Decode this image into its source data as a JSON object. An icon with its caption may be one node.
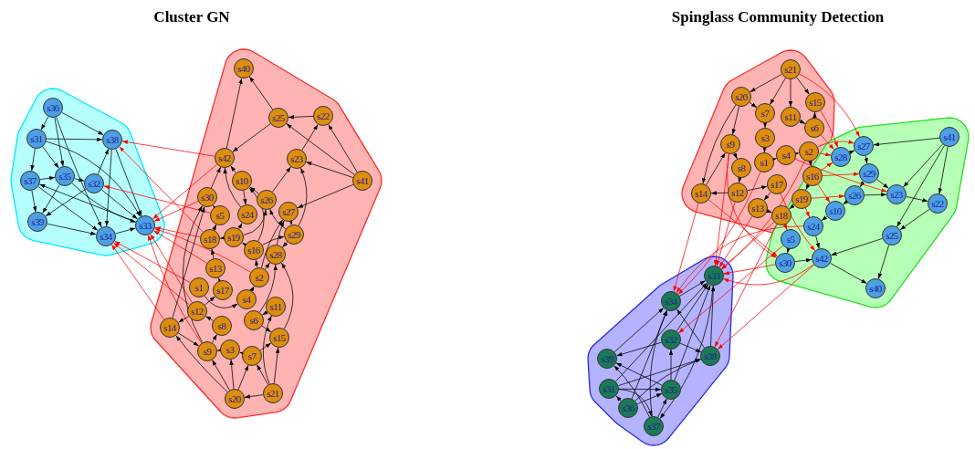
{
  "diagram": {
    "nodes": [
      {
        "text": [],
        "shape": "blob"
      },
      {
        "text": [],
        "shape": "blob"
      },
      {
        "text": [
          "s1"
        ],
        "in": 1
      },
      {
        "text": [
          "s2"
        ],
        "in": 1
      },
      {
        "text": [
          "s3"
        ],
        "in": 1
      },
      {
        "text": [
          "s4"
        ],
        "in": 1
      },
      {
        "text": [
          "s5"
        ],
        "in": 1
      },
      {
        "text": [
          "s6"
        ],
        "in": 1
      },
      {
        "text": [
          "s7"
        ],
        "in": 1
      },
      {
        "text": [
          "s8"
        ],
        "in": 1
      },
      {
        "text": [
          "s9"
        ],
        "in": 1
      },
      {
        "text": [
          "s10"
        ],
        "in": 1
      },
      {
        "text": [
          "s11"
        ],
        "in": 1
      },
      {
        "text": [
          "s12"
        ],
        "in": 1
      },
      {
        "text": [
          "s13"
        ],
        "in": 1
      },
      {
        "text": [
          "s14"
        ],
        "in": 1
      },
      {
        "text": [
          "s15"
        ],
        "in": 1
      },
      {
        "text": [
          "s16"
        ],
        "in": 1
      },
      {
        "text": [
          "s17"
        ],
        "in": 1
      },
      {
        "text": [
          "s18"
        ],
        "in": 1
      },
      {
        "text": [
          "s19"
        ],
        "in": 1
      },
      {
        "text": [
          "s20"
        ],
        "in": 1
      },
      {
        "text": [
          "s21"
        ],
        "in": 1
      },
      {
        "text": [
          "s22"
        ],
        "in": 1
      },
      {
        "text": [
          "s23"
        ],
        "in": 1
      },
      {
        "text": [
          "s24"
        ],
        "in": 1
      },
      {
        "text": [
          "s25"
        ],
        "in": 1
      },
      {
        "text": [
          "s26"
        ],
        "in": 1
      },
      {
        "text": [
          "s27"
        ],
        "in": 1
      },
      {
        "text": [
          "s28"
        ],
        "in": 1
      },
      {
        "text": [
          "s29"
        ],
        "in": 1
      },
      {
        "text": [
          "s30"
        ],
        "in": 1
      },
      {
        "text": [
          "s31"
        ],
        "in": 0
      },
      {
        "text": [
          "s32"
        ],
        "in": 0
      },
      {
        "text": [
          "s33"
        ],
        "in": 0
      },
      {
        "text": [
          "s34"
        ],
        "in": 0
      },
      {
        "text": [
          "s35"
        ],
        "in": 0
      },
      {
        "text": [
          "s36"
        ],
        "in": 0
      },
      {
        "text": [
          "s37"
        ],
        "in": 0
      },
      {
        "text": [
          "s38"
        ],
        "in": 0
      },
      {
        "text": [
          "s39"
        ],
        "in": 0
      },
      {
        "text": [
          "s40"
        ],
        "in": 1
      },
      {
        "text": [
          "s41"
        ],
        "in": 1
      },
      {
        "text": [
          "s42"
        ],
        "in": 1
      },
      {
        "text": [],
        "shape": "blob"
      },
      {
        "text": [],
        "shape": "blob"
      },
      {
        "text": [],
        "shape": "blob"
      },
      {
        "text": [
          "s1"
        ],
        "in": 44
      },
      {
        "text": [
          "s2"
        ],
        "in": 44
      },
      {
        "text": [
          "s3"
        ],
        "in": 44
      },
      {
        "text": [
          "s4"
        ],
        "in": 44
      },
      {
        "text": [
          "s5"
        ],
        "in": 45
      },
      {
        "text": [
          "s6"
        ],
        "in": 44
      },
      {
        "text": [
          "s7"
        ],
        "in": 44
      },
      {
        "text": [
          "s8"
        ],
        "in": 44
      },
      {
        "text": [
          "s9"
        ],
        "in": 44
      },
      {
        "text": [
          "s10"
        ],
        "in": 45
      },
      {
        "text": [
          "s11"
        ],
        "in": 44
      },
      {
        "text": [
          "s12"
        ],
        "in": 44
      },
      {
        "text": [
          "s13"
        ],
        "in": 44
      },
      {
        "text": [
          "s14"
        ],
        "in": 44
      },
      {
        "text": [
          "s15"
        ],
        "in": 44
      },
      {
        "text": [
          "s16"
        ]
      },
      {
        "text": [
          "s17"
        ],
        "in": 44
      },
      {
        "text": [
          "s18"
        ],
        "in": 44
      },
      {
        "text": [
          "s19"
        ]
      },
      {
        "text": [
          "s20"
        ],
        "in": 44
      },
      {
        "text": [
          "s21"
        ],
        "in": 44
      },
      {
        "text": [
          "s22"
        ],
        "in": 45
      },
      {
        "text": [
          "s23"
        ],
        "in": 45
      },
      {
        "text": [
          "s24"
        ],
        "in": 45
      },
      {
        "text": [
          "s25"
        ],
        "in": 45
      },
      {
        "text": [
          "s26"
        ],
        "in": 45
      },
      {
        "text": [
          "s27"
        ],
        "in": 45
      },
      {
        "text": [
          "s28"
        ],
        "in": 45
      },
      {
        "text": [
          "s29"
        ],
        "in": 45
      },
      {
        "text": [
          "s30"
        ],
        "in": 45
      },
      {
        "text": [
          "s31"
        ],
        "in": 46
      },
      {
        "text": [
          "s32"
        ],
        "in": 46
      },
      {
        "text": [
          "s33"
        ],
        "in": 46
      },
      {
        "text": [
          "s34"
        ],
        "in": 46
      },
      {
        "text": [
          "s35"
        ],
        "in": 46
      },
      {
        "text": [
          "s36"
        ],
        "in": 46
      },
      {
        "text": [
          "s37"
        ],
        "in": 46
      },
      {
        "text": [
          "s38"
        ],
        "in": 46
      },
      {
        "text": [
          "s39"
        ],
        "in": 46
      },
      {
        "text": [
          "s40"
        ],
        "in": 45
      },
      {
        "text": [
          "s41"
        ],
        "in": 45
      },
      {
        "text": [
          "s42"
        ],
        "in": 45
      }
    ],
    "edges": [
      {
        "from": 37,
        "to": 32,
        "arrow": "to"
      },
      {
        "from": 37,
        "to": 39,
        "arrow": "to"
      },
      {
        "from": 37,
        "to": 36,
        "arrow": "to"
      },
      {
        "from": 37,
        "to": 35,
        "arrow": "to"
      },
      {
        "from": 32,
        "to": 39,
        "arrow": "to"
      },
      {
        "from": 32,
        "to": 38,
        "arrow": "to"
      },
      {
        "from": 32,
        "to": 36,
        "arrow": "to"
      },
      {
        "from": 32,
        "to": 34,
        "arrow": "to"
      },
      {
        "from": 38,
        "to": 40,
        "arrow": "to"
      },
      {
        "from": 38,
        "to": 36,
        "arrow": "to"
      },
      {
        "from": 38,
        "to": 35,
        "arrow": "to"
      },
      {
        "from": 36,
        "to": 33,
        "arrow": "to"
      },
      {
        "from": 36,
        "to": 34,
        "arrow": "to"
      },
      {
        "from": 36,
        "to": 40,
        "arrow": "to"
      },
      {
        "from": 33,
        "to": 39,
        "arrow": "to"
      },
      {
        "from": 33,
        "to": 34,
        "arrow": "to"
      },
      {
        "from": 33,
        "to": 40,
        "arrow": "to"
      },
      {
        "from": 40,
        "to": 35,
        "arrow": "to"
      },
      {
        "from": 35,
        "to": 34,
        "arrow": "to"
      },
      {
        "from": 39,
        "to": 34,
        "arrow": "to"
      },
      {
        "from": 39,
        "to": 35,
        "arrow": "to"
      },
      {
        "from": 34,
        "to": 38,
        "arrow": "to"
      },
      {
        "from": 43,
        "to": 39,
        "arrow": "to",
        "color": "#ff0000"
      },
      {
        "from": 19,
        "to": 39,
        "arrow": "to",
        "color": "#ff0000"
      },
      {
        "from": 6,
        "to": 33,
        "arrow": "to",
        "color": "#ff0000"
      },
      {
        "from": 43,
        "to": 34,
        "arrow": "to",
        "color": "#ff0000"
      },
      {
        "from": 31,
        "to": 34,
        "arrow": "to",
        "color": "#ff0000"
      },
      {
        "from": 19,
        "to": 34,
        "arrow": "to",
        "color": "#ff0000"
      },
      {
        "from": 14,
        "to": 34,
        "arrow": "to",
        "color": "#ff0000"
      },
      {
        "from": 13,
        "to": 34,
        "arrow": "to",
        "color": "#ff0000"
      },
      {
        "from": 10,
        "to": 34,
        "arrow": "to",
        "color": "#ff0000"
      },
      {
        "from": 3,
        "to": 34,
        "arrow": "to",
        "color": "#ff0000"
      },
      {
        "from": 15,
        "to": 35,
        "arrow": "to",
        "color": "#ff0000"
      },
      {
        "from": 2,
        "to": 35,
        "arrow": "to",
        "color": "#ff0000"
      },
      {
        "from": 13,
        "to": 35,
        "arrow": "to",
        "color": "#ff0000"
      },
      {
        "from": 22,
        "to": 21,
        "arrow": "to"
      },
      {
        "from": 22,
        "to": 16,
        "arrow": "to"
      },
      {
        "from": 22,
        "to": 8,
        "arrow": "to"
      },
      {
        "from": 22,
        "to": 12,
        "arrow": "to"
      },
      {
        "from": 21,
        "to": 8,
        "arrow": "to"
      },
      {
        "from": 21,
        "to": 10,
        "arrow": "to"
      },
      {
        "from": 21,
        "to": 15,
        "arrow": "to"
      },
      {
        "from": 8,
        "to": 4,
        "arrow": "to"
      },
      {
        "from": 12,
        "to": 7,
        "arrow": "to"
      },
      {
        "from": 4,
        "to": 10,
        "arrow": "to"
      },
      {
        "from": 10,
        "to": 9,
        "arrow": "to"
      },
      {
        "from": 9,
        "to": 13,
        "arrow": "to"
      },
      {
        "from": 2,
        "to": 5,
        "arrow": "to"
      },
      {
        "from": 5,
        "to": 3,
        "arrow": "to"
      },
      {
        "from": 3,
        "to": 17,
        "arrow": "to"
      },
      {
        "from": 18,
        "to": 14,
        "arrow": "to"
      },
      {
        "from": 13,
        "to": 15,
        "arrow": "to"
      },
      {
        "from": 14,
        "to": 19,
        "arrow": "to"
      },
      {
        "from": 17,
        "to": 20,
        "arrow": "to"
      },
      {
        "from": 20,
        "to": 19,
        "arrow": "to"
      },
      {
        "from": 15,
        "to": 10,
        "arrow": "to"
      },
      {
        "from": 7,
        "to": 16,
        "arrow": "to"
      },
      {
        "from": 13,
        "to": 18,
        "arrow": "to"
      },
      {
        "from": 42,
        "to": 28,
        "arrow": "to"
      },
      {
        "from": 42,
        "to": 23,
        "arrow": "to"
      },
      {
        "from": 42,
        "to": 24,
        "arrow": "to"
      },
      {
        "from": 42,
        "to": 26,
        "arrow": "to"
      },
      {
        "from": 29,
        "to": 28,
        "arrow": "to"
      },
      {
        "from": 28,
        "to": 30,
        "arrow": "to"
      },
      {
        "from": 30,
        "to": 24,
        "arrow": "to"
      },
      {
        "from": 27,
        "to": 11,
        "arrow": "to"
      },
      {
        "from": 24,
        "to": 23,
        "arrow": "to"
      },
      {
        "from": 23,
        "to": 26,
        "arrow": "to"
      },
      {
        "from": 26,
        "to": 41,
        "arrow": "to"
      },
      {
        "from": 43,
        "to": 41,
        "arrow": "to"
      },
      {
        "from": 25,
        "to": 43,
        "arrow": "to"
      },
      {
        "from": 6,
        "to": 31,
        "arrow": "to"
      },
      {
        "from": 31,
        "to": 43,
        "arrow": "to"
      },
      {
        "from": 11,
        "to": 25,
        "arrow": "to"
      },
      {
        "from": 27,
        "to": 24,
        "arrow": "to"
      },
      {
        "from": 26,
        "to": 43,
        "arrow": "to"
      },
      {
        "from": 30,
        "to": 27,
        "arrow": "to"
      },
      {
        "from": 16,
        "to": 29,
        "arrow": "to"
      },
      {
        "from": 7,
        "to": 29,
        "arrow": "to"
      },
      {
        "from": 3,
        "to": 28,
        "arrow": "to"
      },
      {
        "from": 17,
        "to": 30,
        "arrow": "to"
      },
      {
        "from": 20,
        "to": 27,
        "arrow": "to"
      },
      {
        "from": 19,
        "to": 6,
        "arrow": "to"
      },
      {
        "from": 20,
        "to": 25,
        "arrow": "to"
      },
      {
        "from": 17,
        "to": 11,
        "arrow": "to"
      },
      {
        "from": 30,
        "to": 29,
        "arrow": "to"
      },
      {
        "from": 15,
        "to": 31,
        "arrow": "to"
      },
      {
        "from": 11,
        "to": 43,
        "arrow": "to"
      },
      {
        "from": 3,
        "to": 29,
        "arrow": "to"
      },
      {
        "from": 21,
        "to": 4,
        "arrow": "to"
      },
      {
        "from": 8,
        "to": 16,
        "arrow": "to"
      },
      {
        "from": 10,
        "to": 31,
        "arrow": "to"
      },
      {
        "from": 82,
        "to": 77,
        "arrow": "to"
      },
      {
        "from": 82,
        "to": 84,
        "arrow": "to"
      },
      {
        "from": 82,
        "to": 81,
        "arrow": "to"
      },
      {
        "from": 82,
        "to": 80,
        "arrow": "to"
      },
      {
        "from": 77,
        "to": 84,
        "arrow": "to"
      },
      {
        "from": 77,
        "to": 83,
        "arrow": "to"
      },
      {
        "from": 77,
        "to": 81,
        "arrow": "to"
      },
      {
        "from": 77,
        "to": 79,
        "arrow": "to"
      },
      {
        "from": 83,
        "to": 85,
        "arrow": "to"
      },
      {
        "from": 83,
        "to": 81,
        "arrow": "to"
      },
      {
        "from": 83,
        "to": 80,
        "arrow": "to"
      },
      {
        "from": 81,
        "to": 78,
        "arrow": "to"
      },
      {
        "from": 81,
        "to": 79,
        "arrow": "to"
      },
      {
        "from": 81,
        "to": 85,
        "arrow": "to"
      },
      {
        "from": 78,
        "to": 84,
        "arrow": "to"
      },
      {
        "from": 78,
        "to": 79,
        "arrow": "to"
      },
      {
        "from": 78,
        "to": 85,
        "arrow": "to"
      },
      {
        "from": 85,
        "to": 80,
        "arrow": "to"
      },
      {
        "from": 80,
        "to": 79,
        "arrow": "to"
      },
      {
        "from": 84,
        "to": 79,
        "arrow": "to"
      },
      {
        "from": 84,
        "to": 80,
        "arrow": "to"
      },
      {
        "from": 79,
        "to": 83,
        "arrow": "to"
      },
      {
        "from": 88,
        "to": 84,
        "arrow": "to",
        "color": "#ff0000"
      },
      {
        "from": 64,
        "to": 84,
        "arrow": "to",
        "color": "#ff0000"
      },
      {
        "from": 51,
        "to": 78,
        "arrow": "to",
        "color": "#ff0000"
      },
      {
        "from": 88,
        "to": 79,
        "arrow": "to",
        "color": "#ff0000"
      },
      {
        "from": 76,
        "to": 79,
        "arrow": "to",
        "color": "#ff0000"
      },
      {
        "from": 64,
        "to": 79,
        "arrow": "to",
        "color": "#ff0000"
      },
      {
        "from": 59,
        "to": 79,
        "arrow": "to",
        "color": "#ff0000"
      },
      {
        "from": 58,
        "to": 79,
        "arrow": "to",
        "color": "#ff0000"
      },
      {
        "from": 55,
        "to": 79,
        "arrow": "to",
        "color": "#ff0000"
      },
      {
        "from": 48,
        "to": 79,
        "arrow": "to",
        "color": "#ff0000"
      },
      {
        "from": 60,
        "to": 80,
        "arrow": "to",
        "color": "#ff0000"
      },
      {
        "from": 47,
        "to": 80,
        "arrow": "to",
        "color": "#ff0000"
      },
      {
        "from": 70,
        "to": 80,
        "arrow": "to",
        "color": "#ff0000"
      },
      {
        "from": 67,
        "to": 66,
        "arrow": "to"
      },
      {
        "from": 67,
        "to": 61,
        "arrow": "to"
      },
      {
        "from": 67,
        "to": 53,
        "arrow": "to"
      },
      {
        "from": 67,
        "to": 57,
        "arrow": "to"
      },
      {
        "from": 66,
        "to": 53,
        "arrow": "to"
      },
      {
        "from": 66,
        "to": 55,
        "arrow": "to"
      },
      {
        "from": 66,
        "to": 60,
        "arrow": "to"
      },
      {
        "from": 53,
        "to": 49,
        "arrow": "to"
      },
      {
        "from": 57,
        "to": 52,
        "arrow": "to"
      },
      {
        "from": 49,
        "to": 47,
        "arrow": "to"
      },
      {
        "from": 55,
        "to": 54,
        "arrow": "to"
      },
      {
        "from": 54,
        "to": 58,
        "arrow": "to"
      },
      {
        "from": 47,
        "to": 50,
        "arrow": "to"
      },
      {
        "from": 50,
        "to": 48,
        "arrow": "to"
      },
      {
        "from": 48,
        "to": 62,
        "arrow": "to"
      },
      {
        "from": 63,
        "to": 59,
        "arrow": "to"
      },
      {
        "from": 58,
        "to": 60,
        "arrow": "to"
      },
      {
        "from": 59,
        "to": 64,
        "arrow": "to"
      },
      {
        "from": 62,
        "to": 65,
        "arrow": "to"
      },
      {
        "from": 65,
        "to": 64,
        "arrow": "to"
      },
      {
        "from": 60,
        "to": 55,
        "arrow": "to"
      },
      {
        "from": 52,
        "to": 61,
        "arrow": "to"
      },
      {
        "from": 58,
        "to": 63,
        "arrow": "to"
      },
      {
        "from": 87,
        "to": 73,
        "arrow": "to"
      },
      {
        "from": 87,
        "to": 68,
        "arrow": "to"
      },
      {
        "from": 87,
        "to": 69,
        "arrow": "to"
      },
      {
        "from": 87,
        "to": 71,
        "arrow": "to"
      },
      {
        "from": 74,
        "to": 73,
        "arrow": "to"
      },
      {
        "from": 73,
        "to": 75,
        "arrow": "to"
      },
      {
        "from": 75,
        "to": 69,
        "arrow": "to"
      },
      {
        "from": 72,
        "to": 56,
        "arrow": "to"
      },
      {
        "from": 69,
        "to": 68,
        "arrow": "to"
      },
      {
        "from": 68,
        "to": 71,
        "arrow": "to"
      },
      {
        "from": 71,
        "to": 86,
        "arrow": "to"
      },
      {
        "from": 88,
        "to": 86,
        "arrow": "to"
      },
      {
        "from": 70,
        "to": 88,
        "arrow": "to"
      },
      {
        "from": 51,
        "to": 76,
        "arrow": "to"
      },
      {
        "from": 76,
        "to": 88,
        "arrow": "to"
      },
      {
        "from": 56,
        "to": 70,
        "arrow": "to"
      },
      {
        "from": 72,
        "to": 69,
        "arrow": "to"
      },
      {
        "from": 71,
        "to": 88,
        "arrow": "to"
      },
      {
        "from": 75,
        "to": 72,
        "arrow": "to"
      },
      {
        "from": 61,
        "to": 74,
        "arrow": "to",
        "color": "#ff0000"
      },
      {
        "from": 52,
        "to": 74,
        "arrow": "to",
        "color": "#ff0000"
      },
      {
        "from": 48,
        "to": 73,
        "arrow": "to",
        "color": "#ff0000"
      },
      {
        "from": 62,
        "to": 75,
        "arrow": "to",
        "color": "#ff0000"
      },
      {
        "from": 65,
        "to": 72,
        "arrow": "to",
        "color": "#ff0000"
      },
      {
        "from": 64,
        "to": 51,
        "arrow": "to",
        "color": "#ff0000"
      },
      {
        "from": 65,
        "to": 70,
        "arrow": "to",
        "color": "#ff0000"
      },
      {
        "from": 62,
        "to": 56,
        "arrow": "to",
        "color": "#ff0000"
      },
      {
        "from": 67,
        "to": 73,
        "arrow": "to",
        "color": "#ff0000"
      },
      {
        "from": 60,
        "to": 76,
        "arrow": "to",
        "color": "#ff0000"
      },
      {
        "from": 63,
        "to": 88,
        "arrow": "to",
        "color": "#ff0000"
      },
      {
        "from": 50,
        "to": 69,
        "arrow": "to",
        "color": "#ff0000"
      },
      {
        "from": 62,
        "to": 74,
        "arrow": "to",
        "color": "#ff0000"
      },
      {
        "from": 48,
        "to": 74,
        "arrow": "to",
        "color": "#ff0000"
      },
      {
        "from": 55,
        "to": 76,
        "arrow": "to",
        "color": "#ff0000"
      }
    ],
    "labels": [
      "Cluster GN",
      "Spinglass Community Detection"
    ]
  }
}
